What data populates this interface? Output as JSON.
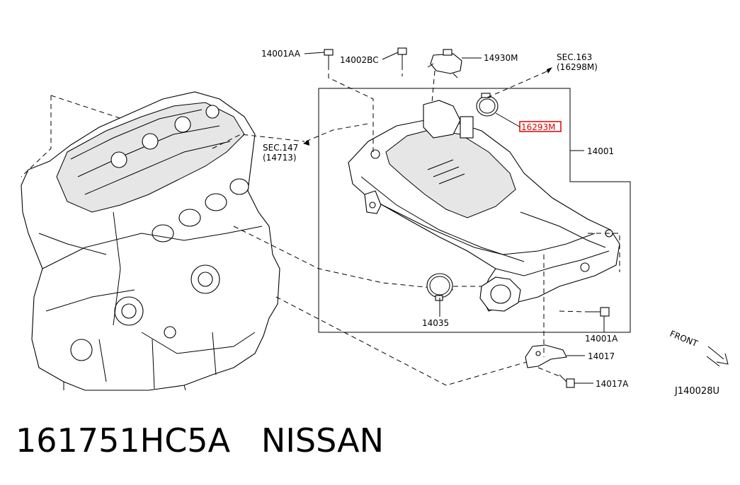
{
  "callouts": {
    "c14001AA": "14001AA",
    "c14002BC": "14002BC",
    "c14930M": "14930M",
    "sec163": "SEC.163",
    "sec163sub": "(16298M)",
    "c16293M": "16293M",
    "c14001": "14001",
    "sec147": "SEC.147",
    "sec147sub": "(14713)",
    "c14035": "14035",
    "c14001A": "14001A",
    "c14017": "14017",
    "c14017A": "14017A",
    "front": "FRONT",
    "diagram_id": "J140028U"
  },
  "footer": {
    "part_number": "161751HC5A",
    "brand": "NISSAN"
  },
  "colors": {
    "ink": "#000000",
    "highlight": "#e00000",
    "background": "#ffffff"
  }
}
